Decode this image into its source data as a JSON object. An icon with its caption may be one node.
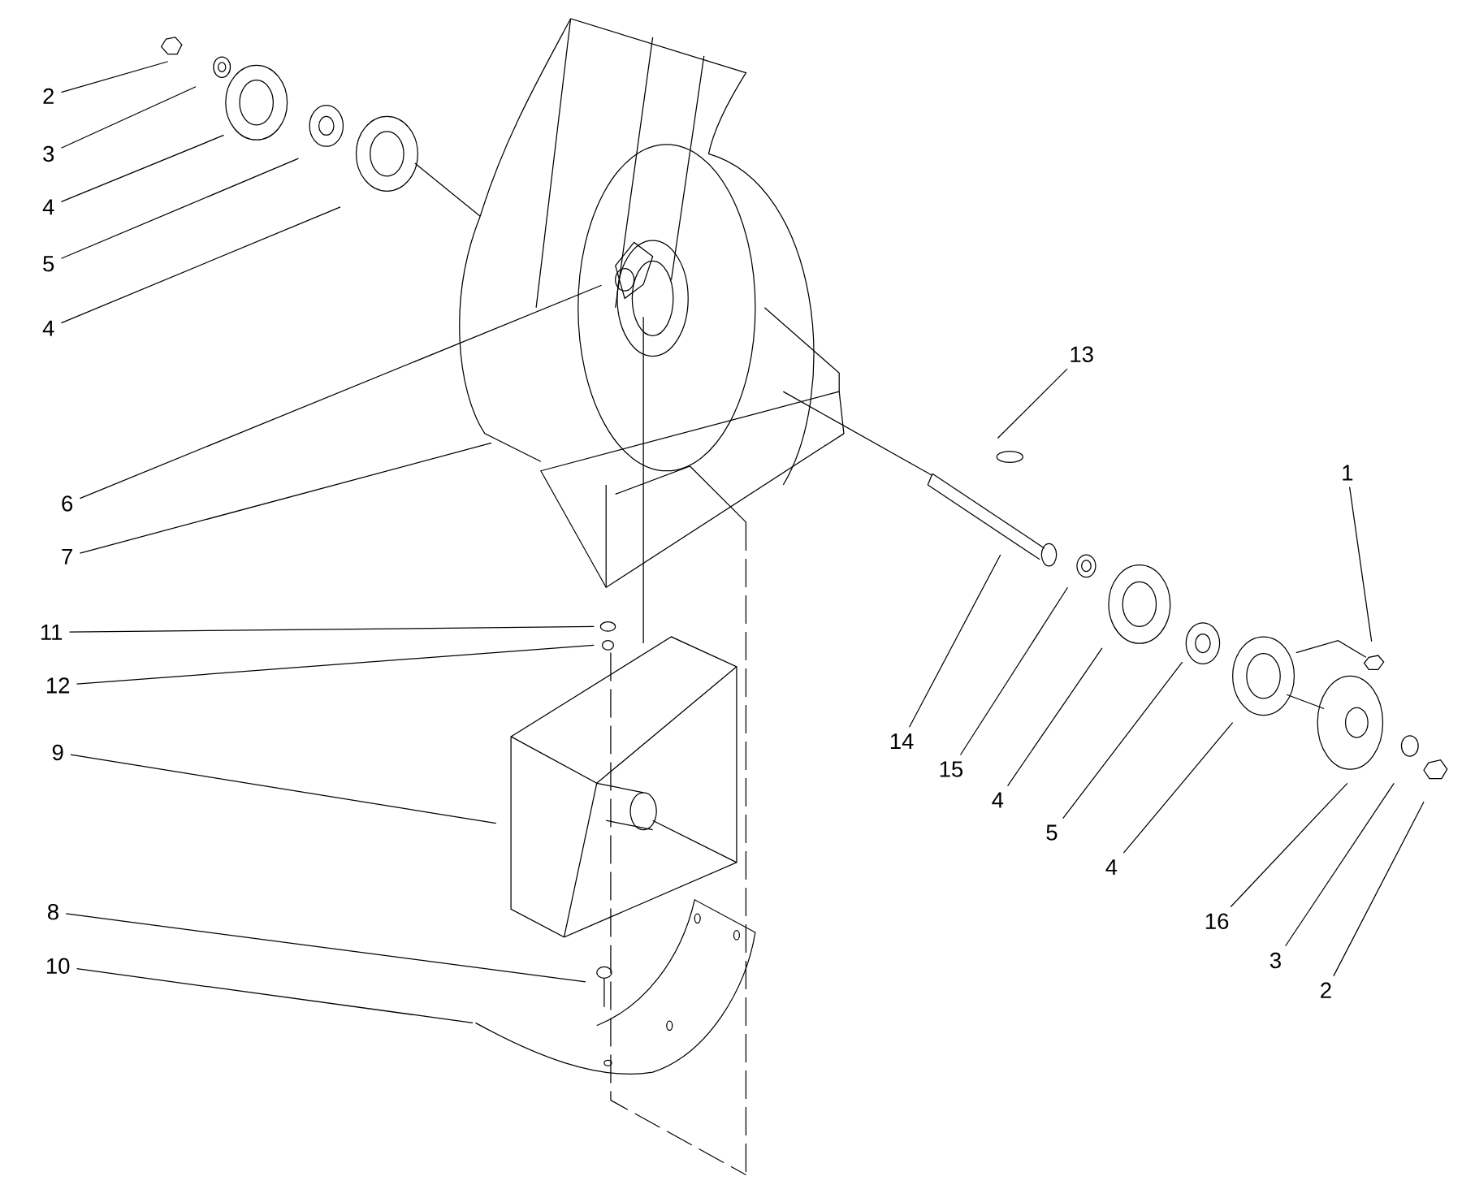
{
  "diagram": {
    "nodes": [
      {
        "text": [
          "2"
        ]
      },
      {
        "text": [
          "3"
        ]
      },
      {
        "text": [
          "4"
        ]
      },
      {
        "text": [
          "5"
        ]
      },
      {
        "text": [
          "4"
        ]
      },
      {
        "text": [
          "6"
        ]
      },
      {
        "text": [
          "7"
        ]
      },
      {
        "text": [
          "11"
        ]
      },
      {
        "text": [
          "12"
        ]
      },
      {
        "text": [
          "9"
        ]
      },
      {
        "text": [
          "8"
        ]
      },
      {
        "text": [
          "10"
        ]
      },
      {
        "text": [
          "13"
        ]
      },
      {
        "text": [
          "1"
        ]
      },
      {
        "text": [
          "14"
        ]
      },
      {
        "text": [
          "15"
        ]
      },
      {
        "text": [
          "4"
        ]
      },
      {
        "text": [
          "5"
        ]
      },
      {
        "text": [
          "4"
        ]
      },
      {
        "text": [
          "16"
        ]
      },
      {
        "text": [
          "3"
        ]
      },
      {
        "text": [
          "2"
        ]
      }
    ],
    "edges": [
      {
        "from": 0,
        "to": null,
        "arrow": "none"
      },
      {
        "from": 1,
        "to": null,
        "arrow": "none"
      },
      {
        "from": 2,
        "to": null,
        "arrow": "none"
      },
      {
        "from": 3,
        "to": null,
        "arrow": "none"
      },
      {
        "from": 4,
        "to": null,
        "arrow": "none"
      },
      {
        "from": 5,
        "to": null,
        "arrow": "none"
      },
      {
        "from": 6,
        "to": null,
        "arrow": "none"
      },
      {
        "from": 7,
        "to": null,
        "arrow": "none"
      },
      {
        "from": 8,
        "to": null,
        "arrow": "none"
      },
      {
        "from": 9,
        "to": null,
        "arrow": "none"
      },
      {
        "from": 10,
        "to": null,
        "arrow": "none"
      },
      {
        "from": 11,
        "to": null,
        "arrow": "none"
      },
      {
        "from": 12,
        "to": null,
        "arrow": "none"
      },
      {
        "from": 13,
        "to": null,
        "arrow": "none"
      },
      {
        "from": 14,
        "to": null,
        "arrow": "none"
      },
      {
        "from": 15,
        "to": null,
        "arrow": "none"
      },
      {
        "from": 16,
        "to": null,
        "arrow": "none"
      },
      {
        "from": 17,
        "to": null,
        "arrow": "none"
      },
      {
        "from": 18,
        "to": null,
        "arrow": "none"
      },
      {
        "from": 19,
        "to": null,
        "arrow": "none"
      },
      {
        "from": 20,
        "to": null,
        "arrow": "none"
      },
      {
        "from": 21,
        "to": null,
        "arrow": "none"
      }
    ]
  }
}
